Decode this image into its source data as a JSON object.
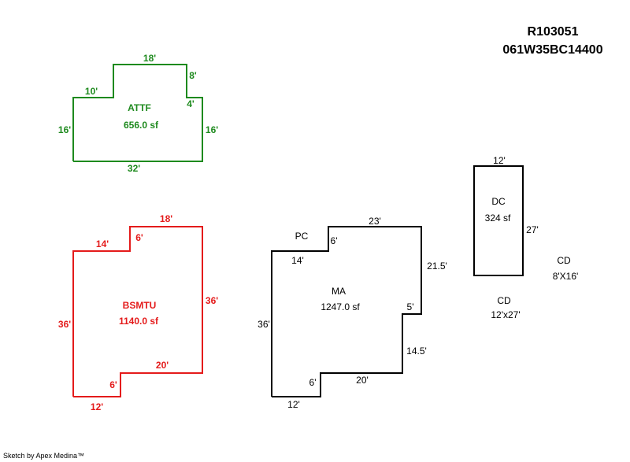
{
  "header": {
    "parcel_id": "R103051",
    "map_number": "061W35BC14400"
  },
  "footer": {
    "credit": "Sketch by Apex Medina™"
  },
  "colors": {
    "attf": "#1e8a1e",
    "bsmtu": "#e41b1b",
    "main": "#000000"
  },
  "attf": {
    "name": "ATTF",
    "area": "656.0 sf",
    "dims": {
      "top": "18'",
      "left_step": "10'",
      "right_upper": "8'",
      "right_step": "4'",
      "left": "16'",
      "right": "16'",
      "bottom": "32'"
    }
  },
  "bsmtu": {
    "name": "BSMTU",
    "area": "1140.0 sf",
    "dims": {
      "top": "18'",
      "top_left": "14'",
      "step_vertical": "6'",
      "right": "36'",
      "left": "36'",
      "bottom_step": "20'",
      "bottom_vertical": "6'",
      "bottom": "12'"
    }
  },
  "main_area": {
    "name": "MA",
    "area": "1247.0 sf",
    "porch_label": "PC",
    "dims": {
      "top": "23'",
      "step_vertical": "6'",
      "top_left": "14'",
      "right_upper": "21.5'",
      "right_step": "5'",
      "right_lower": "14.5'",
      "left": "36'",
      "bottom_step": "20'",
      "bottom_vertical": "6'",
      "bottom": "12'"
    }
  },
  "dc": {
    "name": "DC",
    "area": "324 sf",
    "dims": {
      "top": "12'",
      "right": "27'"
    }
  },
  "cd_notes": [
    {
      "name": "CD",
      "size": "8'X16'"
    },
    {
      "name": "CD",
      "size": "12'x27'"
    }
  ]
}
